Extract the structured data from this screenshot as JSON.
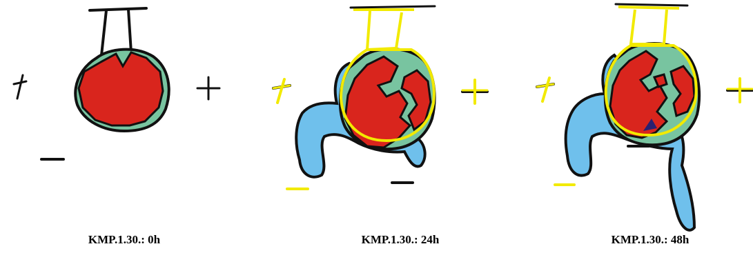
{
  "colors": {
    "core": "#d9251d",
    "halo": "#78c4a0",
    "spread": "#6fc0ec",
    "outline": "#111111",
    "overlay": "#f2ea00",
    "dark_spot": "#2a2070"
  },
  "panels": [
    {
      "caption": "KMP.1.30.: 0h",
      "symbols": {
        "plus": "+",
        "minus": "−",
        "cross": "×"
      }
    },
    {
      "caption": "KMP.1.30.: 24h",
      "symbols": {
        "plus": "+",
        "minus": "−",
        "cross": "×"
      }
    },
    {
      "caption": "KMP.1.30.: 48h",
      "symbols": {
        "plus": "+",
        "minus": "−",
        "cross": "×"
      }
    }
  ]
}
